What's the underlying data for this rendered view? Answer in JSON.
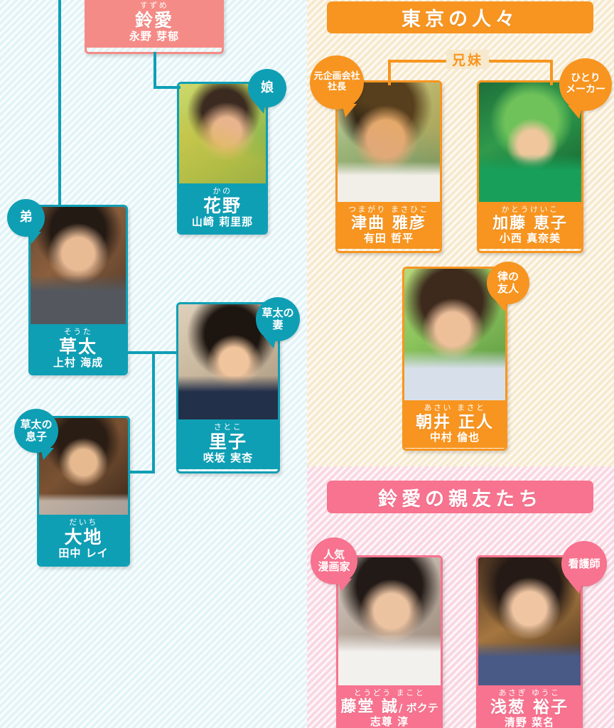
{
  "sections": {
    "tokyo": {
      "title": "東京の人々",
      "color": "#f79520"
    },
    "friends": {
      "title": "鈴愛の親友たち",
      "color": "#f7738f"
    }
  },
  "connectors": {
    "siblings_label": "兄妹"
  },
  "left": {
    "cards": [
      {
        "id": "suzume",
        "kana": "すずめ",
        "name": "鈴愛",
        "actor": "永野 芽郁",
        "badge": null
      },
      {
        "id": "kano",
        "kana": "かの",
        "name": "花野",
        "actor": "山崎 莉里那",
        "badge": "娘"
      },
      {
        "id": "souta",
        "kana": "そうた",
        "name": "草太",
        "actor": "上村 海成",
        "badge": "弟"
      },
      {
        "id": "satoko",
        "kana": "さとこ",
        "name": "里子",
        "actor": "咲坂 実杏",
        "badge": "草太の\n妻"
      },
      {
        "id": "daichi",
        "kana": "だいち",
        "name": "大地",
        "actor": "田中 レイ",
        "badge": "草太の\n息子"
      }
    ]
  },
  "tokyo": {
    "cards": [
      {
        "id": "tsumagari",
        "kana": "つまがり まさひこ",
        "name": "津曲 雅彦",
        "actor": "有田 哲平",
        "badge": "元企画会社\n社長"
      },
      {
        "id": "kato",
        "kana": "かとうけいこ",
        "name": "加藤 恵子",
        "actor": "小西 真奈美",
        "badge": "ひとり\nメーカー"
      },
      {
        "id": "asai",
        "kana": "あさい まさと",
        "name": "朝井 正人",
        "actor": "中村 倫也",
        "badge": "律の\n友人"
      }
    ]
  },
  "friends": {
    "cards": [
      {
        "id": "todo",
        "kana": "とうどう まこと",
        "name": "藤堂 誠",
        "name_alt": "/ ボクテ",
        "actor": "志尊 淳",
        "badge": "人気\n漫画家"
      },
      {
        "id": "asagi",
        "kana": "あさぎ ゆうこ",
        "name": "浅葱 裕子",
        "actor": "清野 菜名",
        "badge": "看護師"
      }
    ]
  },
  "colors": {
    "teal": "#0f9fb5",
    "orange": "#f79520",
    "pink": "#f7738f",
    "salmon": "#f58b86",
    "bg_left": "#e2f4f7",
    "bg_tokyo": "#f7e9cd",
    "bg_friends": "#f9d7e2"
  }
}
